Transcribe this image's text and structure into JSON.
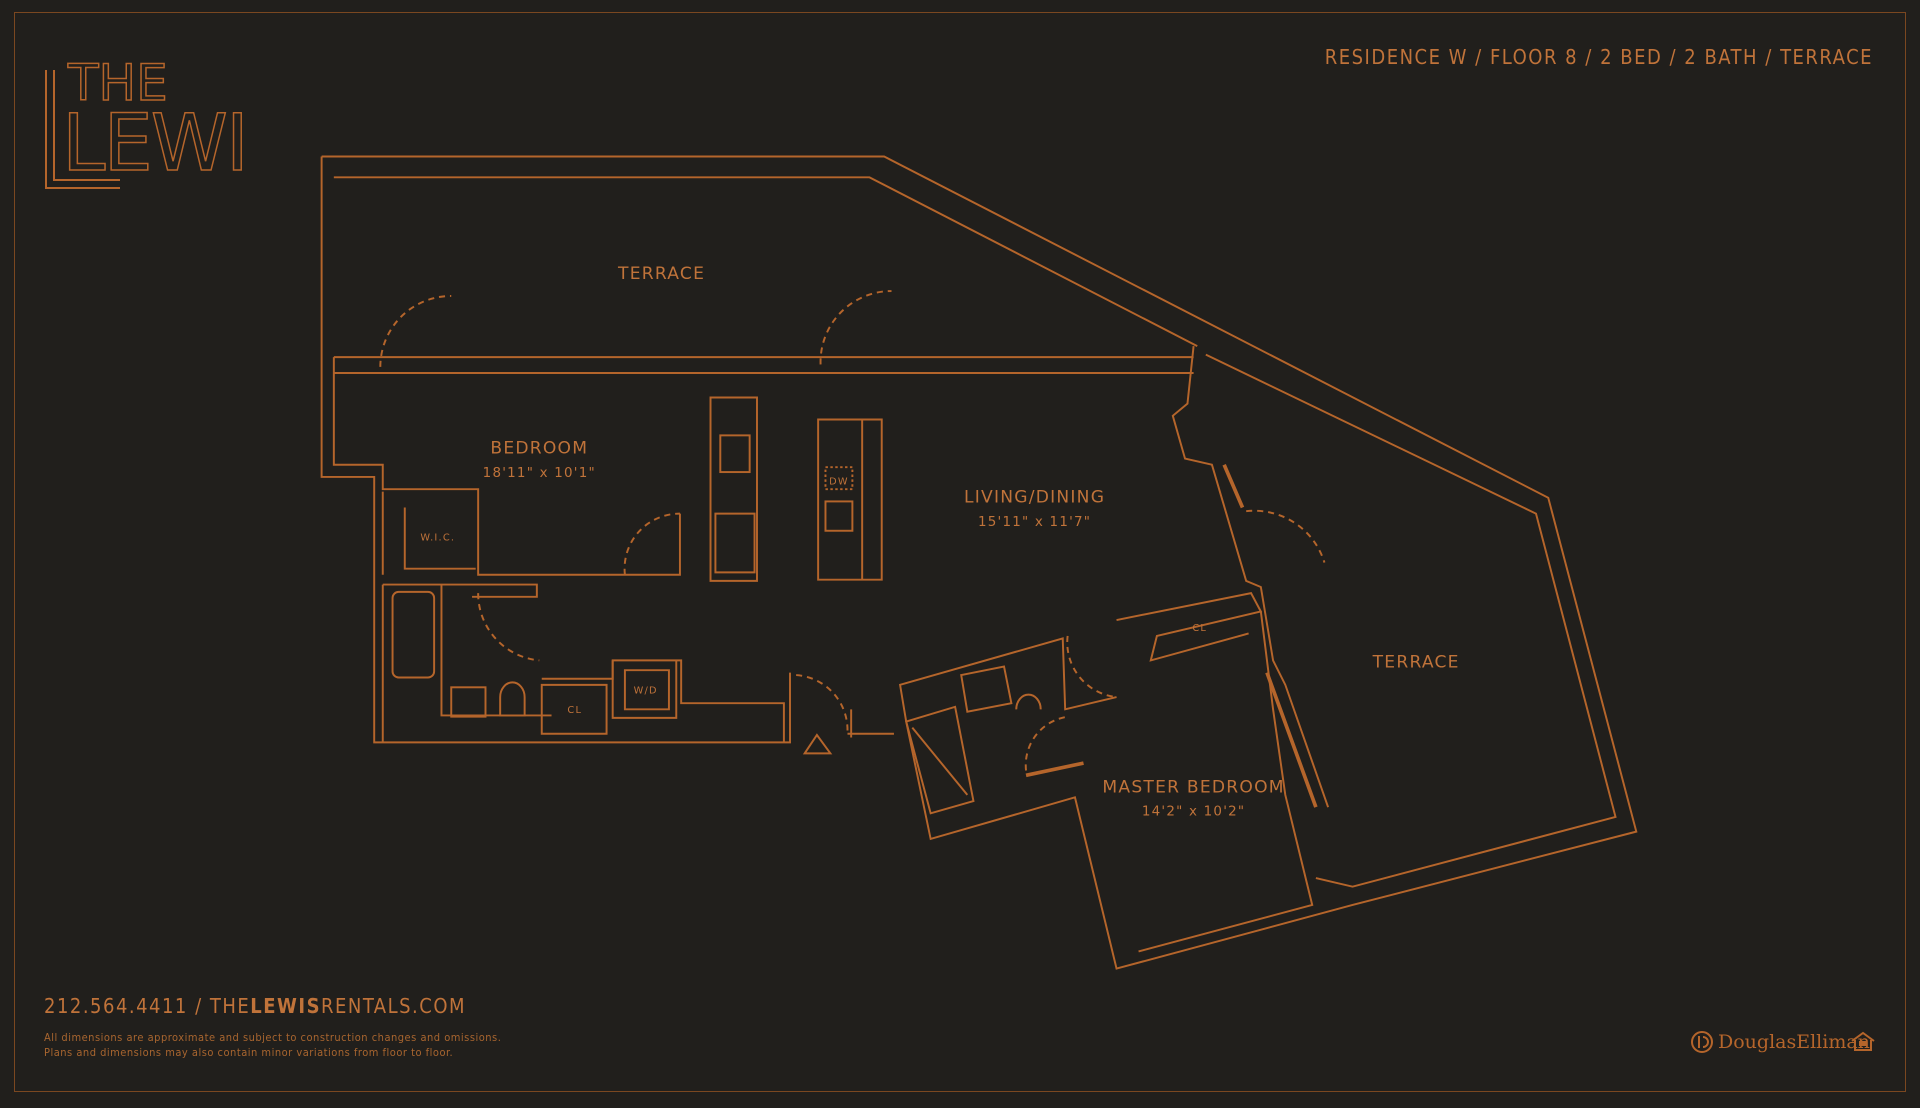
{
  "header": {
    "title": "RESIDENCE W / FLOOR 8 / 2 BED / 2 BATH / TERRACE"
  },
  "logo": {
    "line1": "THE",
    "line2": "LEWIS"
  },
  "rooms": {
    "terrace_top": "TERRACE",
    "bedroom": "BEDROOM",
    "bedroom_dims": "18'11\" x 10'1\"",
    "living": "LIVING/DINING",
    "living_dims": "15'11\" x 11'7\"",
    "master": "MASTER BEDROOM",
    "master_dims": "14'2\" x 10'2\"",
    "terrace_right": "TERRACE",
    "wic": "W.I.C.",
    "cl1": "CL",
    "wd": "W/D",
    "cl2": "CL",
    "dw": "DW"
  },
  "footer": {
    "phone": "212.564.4411 / THE",
    "site_bold": "LEWIS",
    "site_rest": "RENTALS.COM",
    "disclaimer_1": "All dimensions are approximate and subject to construction changes and omissions.",
    "disclaimer_2": "Plans and dimensions may also contain minor variations from floor to floor.",
    "brand": "DouglasElliman"
  },
  "colors": {
    "background": "#211f1c",
    "accent": "#b5652b"
  }
}
